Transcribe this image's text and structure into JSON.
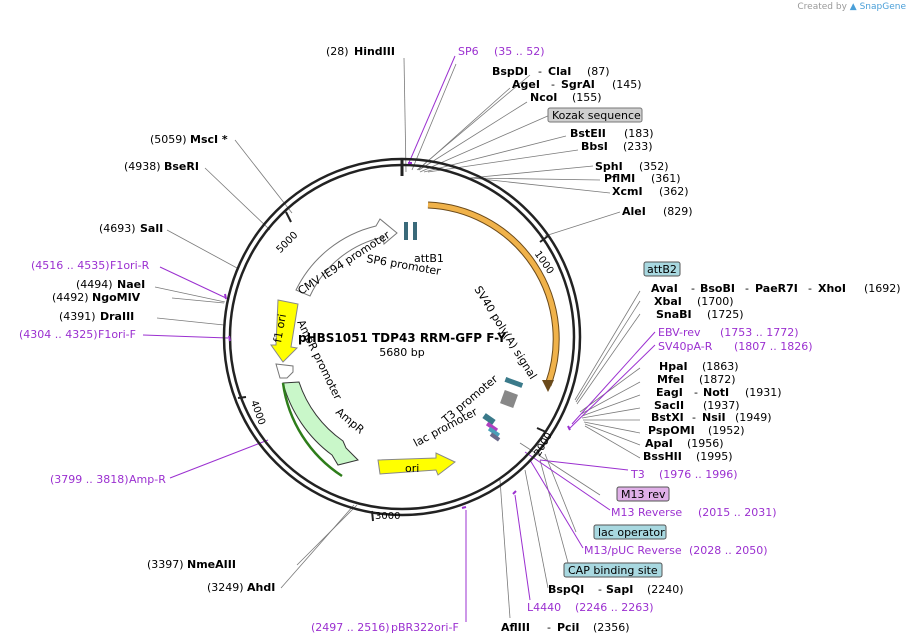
{
  "credit": {
    "prefix": "Created by",
    "brand": "SnapGene"
  },
  "plasmid": {
    "name": "pHBS1051 TDP43 RRM-GFP F-Y",
    "size": "5680 bp"
  },
  "ticks": [
    "1000",
    "2000",
    "3000",
    "4000",
    "5000"
  ],
  "features": {
    "cmv": "CMV IE94 promoter",
    "sp6": "SP6 promoter",
    "attb1": "attB1",
    "sv40": "SV40 poly(A) signal",
    "f1ori": "f1 ori",
    "ampr_promoter": "AmpR promoter",
    "ampr": "AmpR",
    "ori": "ori",
    "t3": "T3 promoter",
    "lac": "lac promoter"
  },
  "labels": {
    "hindiii": {
      "num": "(28)",
      "name": "HindIII"
    },
    "sp6": {
      "name": "SP6",
      "range": "(35 .. 52)"
    },
    "bspdi": {
      "name": "BspDI",
      "name2": "ClaI",
      "num": "(87)"
    },
    "agei": {
      "name": "AgeI",
      "name2": "SgrAI",
      "num": "(145)"
    },
    "ncoi": {
      "name": "NcoI",
      "num": "(155)"
    },
    "kozak": "Kozak sequence",
    "bsteii": {
      "name": "BstEII",
      "num": "(183)"
    },
    "bbsi": {
      "name": "BbsI",
      "num": "(233)"
    },
    "sphi": {
      "name": "SphI",
      "num": "(352)"
    },
    "pflmi": {
      "name": "PflMI",
      "num": "(361)"
    },
    "xcmi": {
      "name": "XcmI",
      "num": "(362)"
    },
    "alei": {
      "name": "AleI",
      "num": "(829)"
    },
    "mscI": {
      "num": "(5059)",
      "name": "MscI *"
    },
    "bseri": {
      "num": "(4938)",
      "name": "BseRI"
    },
    "sali": {
      "num": "(4693)",
      "name": "SalI"
    },
    "f1orir": {
      "range": "(4516 .. 4535)",
      "name": "F1ori-R"
    },
    "naei": {
      "num": "(4494)",
      "name": "NaeI"
    },
    "ngomiv": {
      "num": "(4492)",
      "name": "NgoMIV"
    },
    "draiii": {
      "num": "(4391)",
      "name": "DraIII"
    },
    "f1orif": {
      "range": "(4304 .. 4325)",
      "name": "F1ori-F"
    },
    "ampr": {
      "range": "(3799 .. 3818)",
      "name": "Amp-R"
    },
    "nmeaiii": {
      "num": "(3397)",
      "name": "NmeAIII"
    },
    "ahdi": {
      "num": "(3249)",
      "name": "AhdI"
    },
    "pbr322": {
      "range": "(2497 .. 2516)",
      "name": "pBR322ori-F"
    },
    "afliii": {
      "name": "AflIII",
      "name2": "PciI",
      "num": "(2356)"
    },
    "l4440": {
      "name": "L4440",
      "range": "(2246 .. 2263)"
    },
    "bspqi": {
      "name": "BspQI",
      "name2": "SapI",
      "num": "(2240)"
    },
    "cap": "CAP binding site",
    "m13puc": {
      "name": "M13/pUC Reverse",
      "range": "(2028 .. 2050)"
    },
    "lacop": "lac operator",
    "m13reverse": {
      "name": "M13 Reverse",
      "range": "(2015 .. 2031)"
    },
    "m13rev": "M13 rev",
    "t3": {
      "name": "T3",
      "range": "(1976 .. 1996)"
    },
    "bsshii": {
      "name": "BssHII",
      "num": "(1995)"
    },
    "apai": {
      "name": "ApaI",
      "num": "(1956)"
    },
    "pspomi": {
      "name": "PspOMI",
      "num": "(1952)"
    },
    "bstxi": {
      "name": "BstXI",
      "name2": "NsiI",
      "num": "(1949)"
    },
    "saci": {
      "name": "SacII",
      "num": "(1937)"
    },
    "eagi": {
      "name": "EagI",
      "name2": "NotI",
      "num": "(1931)"
    },
    "mfei": {
      "name": "MfeI",
      "num": "(1872)"
    },
    "hpai": {
      "name": "HpaI",
      "num": "(1863)"
    },
    "sv40pa": {
      "name": "SV40pA-R",
      "range": "(1807 .. 1826)"
    },
    "ebv": {
      "name": "EBV-rev",
      "range": "(1753 .. 1772)"
    },
    "snabi": {
      "name": "SnaBI",
      "num": "(1725)"
    },
    "xbai": {
      "name": "XbaI",
      "num": "(1700)"
    },
    "avai": {
      "name": "AvaI",
      "name2": "BsoBI",
      "name3": "PaeR7I",
      "name4": "XhoI",
      "num": "(1692)"
    },
    "attb2": "attB2"
  }
}
